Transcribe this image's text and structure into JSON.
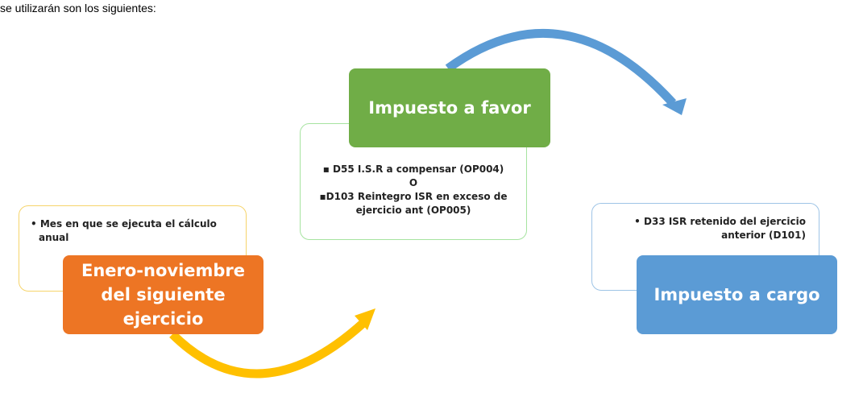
{
  "intro_text": "se utilizarán son los siguientes:",
  "colors": {
    "orange": "#ed7524",
    "green": "#70ad47",
    "blue": "#5b9bd5",
    "arrow_yellow": "#ffc000",
    "arrow_blue": "#5b9bd5"
  },
  "steps": {
    "orange": {
      "title": "Enero-noviembre del siguiente ejercicio",
      "note_bullet": "•",
      "note": "Mes en que se ejecuta el cálculo anual"
    },
    "green": {
      "title": "Impuesto a favor",
      "note_lines": [
        "▪ D55 I.S.R a compensar (OP004)",
        "O",
        "▪D103 Reintegro ISR en exceso de",
        "ejercicio ant (OP005)"
      ]
    },
    "blue": {
      "title": "Impuesto a cargo",
      "note_lines": [
        "• D33 ISR retenido del ejercicio",
        "anterior (D101)"
      ]
    }
  }
}
